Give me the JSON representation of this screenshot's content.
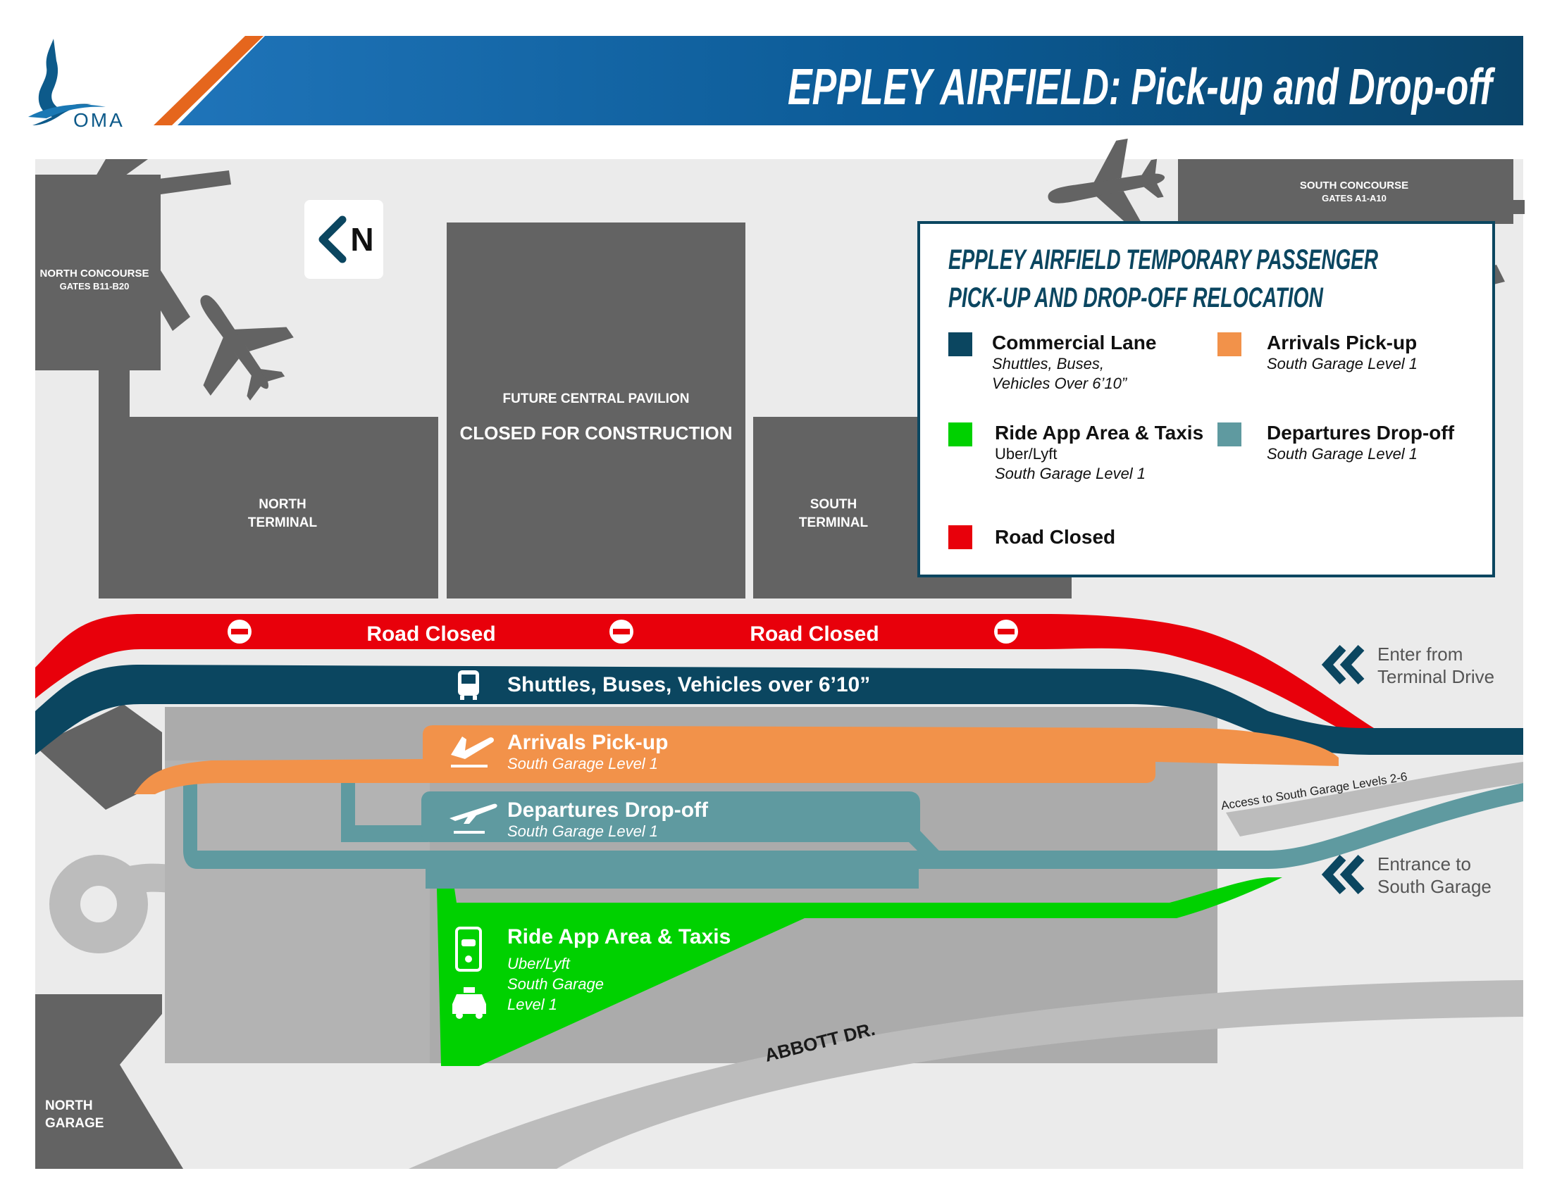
{
  "header": {
    "logo_text": "OMA",
    "title": "EPPLEY AIRFIELD: Pick-up and Drop-off"
  },
  "compass": {
    "letter": "N"
  },
  "buildings": {
    "north_concourse": {
      "line1": "NORTH CONCOURSE",
      "line2": "GATES B11-B20"
    },
    "south_concourse": {
      "line1": "SOUTH CONCOURSE",
      "line2": "GATES A1-A10"
    },
    "pavilion": {
      "line1": "FUTURE CENTRAL PAVILION",
      "line2": "CLOSED FOR CONSTRUCTION"
    },
    "north_terminal": {
      "line1": "NORTH",
      "line2": "TERMINAL"
    },
    "south_terminal": {
      "line1": "SOUTH",
      "line2": "TERMINAL"
    },
    "north_garage": {
      "line1": "NORTH",
      "line2": "GARAGE"
    }
  },
  "legend": {
    "title_line1": "EPPLEY AIRFIELD TEMPORARY PASSENGER",
    "title_line2": "PICK-UP AND DROP-OFF RELOCATION",
    "items": [
      {
        "label": "Commercial Lane",
        "sub1": "Shuttles, Buses,",
        "sub2": "Vehicles Over 6’10”",
        "color": "#0b4660"
      },
      {
        "label": "Arrivals Pick-up",
        "sub1": "South Garage Level 1",
        "sub2": "",
        "color": "#f2924a"
      },
      {
        "label": "Ride App Area & Taxis",
        "sub1": "Uber/Lyft",
        "sub2": "South Garage Level 1",
        "color": "#00d100"
      },
      {
        "label": "Departures Drop-off",
        "sub1": "South Garage Level 1",
        "sub2": "",
        "color": "#5f9aa0"
      },
      {
        "label": "Road Closed",
        "sub1": "",
        "sub2": "",
        "color": "#e8000b"
      }
    ]
  },
  "roads": {
    "road_closed_1": "Road Closed",
    "road_closed_2": "Road Closed",
    "commercial": "Shuttles, Buses, Vehicles over 6’10”",
    "arrivals_title": "Arrivals Pick-up",
    "arrivals_sub": "South Garage Level 1",
    "departures_title": "Departures Drop-off",
    "departures_sub": "South Garage Level 1",
    "ride_title": "Ride App Area & Taxis",
    "ride_sub1": "Uber/Lyft",
    "ride_sub2": "South Garage",
    "ride_sub3": "Level 1",
    "access": "Access to South Garage Levels 2-6",
    "abbott": "ABBOTT DR."
  },
  "entrances": {
    "enter_line1": "Enter from",
    "enter_line2": "Terminal Drive",
    "garage_line1": "Entrance to",
    "garage_line2": "South Garage"
  },
  "colors": {
    "navy": "#0b4660",
    "orange": "#f2924a",
    "green": "#00d100",
    "teal": "#5f9aa0",
    "red": "#e8000b",
    "building": "#636363",
    "ground": "#ebebeb",
    "road_gray": "#bcbcbc",
    "garage_gray": "#ababab"
  }
}
